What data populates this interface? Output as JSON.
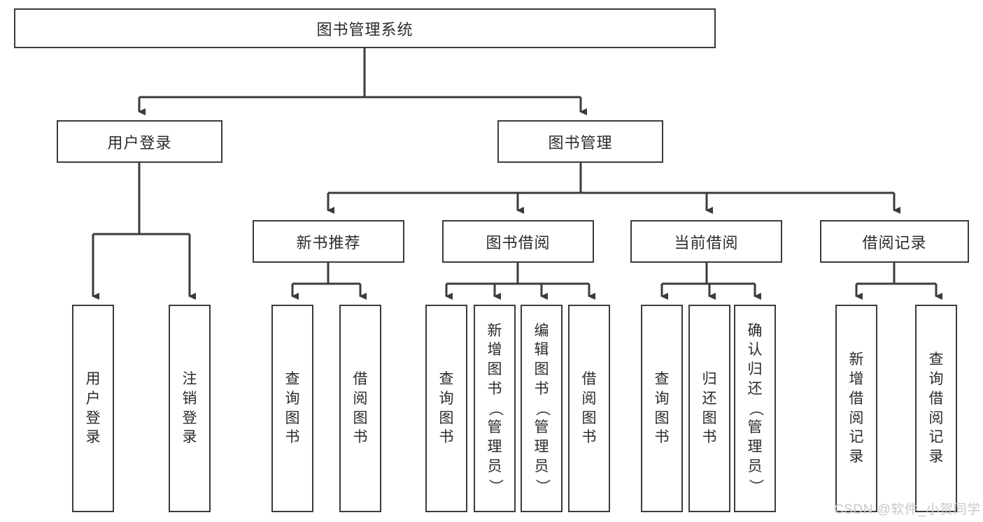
{
  "diagram": {
    "title_node": {
      "label": "图书管理系统"
    },
    "level1": [
      {
        "label": "用户登录"
      },
      {
        "label": "图书管理"
      }
    ],
    "level2": [
      {
        "label": "新书推荐"
      },
      {
        "label": "图书借阅"
      },
      {
        "label": "当前借阅"
      },
      {
        "label": "借阅记录"
      }
    ],
    "leaves": [
      {
        "label": "用户登录"
      },
      {
        "label": "注销登录"
      },
      {
        "label": "查询图书"
      },
      {
        "label": "借阅图书"
      },
      {
        "label": "查询图书"
      },
      {
        "label": "新增图书（管理员）"
      },
      {
        "label": "编辑图书（管理员）"
      },
      {
        "label": "借阅图书"
      },
      {
        "label": "查询图书"
      },
      {
        "label": "归还图书"
      },
      {
        "label": "确认归还（管理员）"
      },
      {
        "label": "新增借阅记录"
      },
      {
        "label": "查询借阅记录"
      }
    ]
  },
  "watermark": {
    "text": "CSDN @软件_小贺同学"
  },
  "colors": {
    "stroke": "#3b3b3b",
    "background": "#ffffff",
    "text": "#2b2b2b",
    "watermark": "#c9c9c9"
  }
}
